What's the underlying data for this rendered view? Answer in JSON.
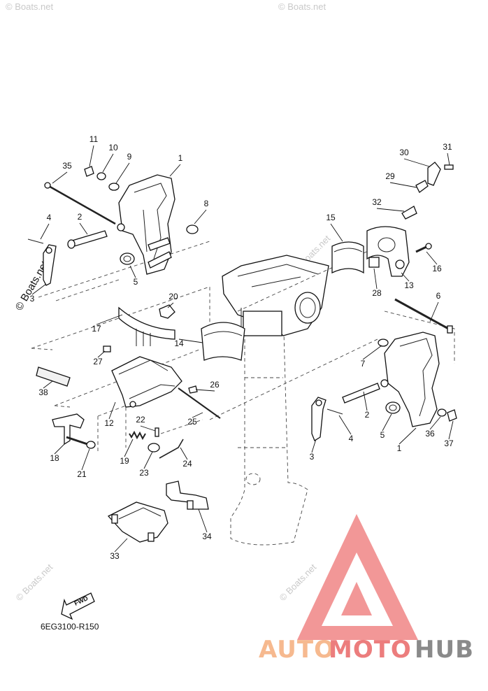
{
  "diagram": {
    "code": "6EG3100-R150",
    "fwd_label": "FWD",
    "watermark": "© Boats.net",
    "brand_parts": [
      "AUTO",
      "MOTO",
      "HUB"
    ],
    "brand_colors": {
      "auto": "#f6b98f",
      "moto": "#ec7d7d",
      "hub": "#8a8a8a"
    },
    "parts": [
      {
        "id": "11",
        "label": "11"
      },
      {
        "id": "10",
        "label": "10"
      },
      {
        "id": "9",
        "label": "9"
      },
      {
        "id": "1a",
        "label": "1"
      },
      {
        "id": "35",
        "label": "35"
      },
      {
        "id": "8",
        "label": "8"
      },
      {
        "id": "4a",
        "label": "4"
      },
      {
        "id": "2a",
        "label": "2"
      },
      {
        "id": "3a",
        "label": "3"
      },
      {
        "id": "5a",
        "label": "5"
      },
      {
        "id": "30",
        "label": "30"
      },
      {
        "id": "31",
        "label": "31"
      },
      {
        "id": "29",
        "label": "29"
      },
      {
        "id": "32",
        "label": "32"
      },
      {
        "id": "15",
        "label": "15"
      },
      {
        "id": "16",
        "label": "16"
      },
      {
        "id": "28",
        "label": "28"
      },
      {
        "id": "13",
        "label": "13"
      },
      {
        "id": "6",
        "label": "6"
      },
      {
        "id": "20",
        "label": "20"
      },
      {
        "id": "17",
        "label": "17"
      },
      {
        "id": "14",
        "label": "14"
      },
      {
        "id": "27",
        "label": "27"
      },
      {
        "id": "7",
        "label": "7"
      },
      {
        "id": "38",
        "label": "38"
      },
      {
        "id": "26",
        "label": "26"
      },
      {
        "id": "2b",
        "label": "2"
      },
      {
        "id": "12",
        "label": "12"
      },
      {
        "id": "25",
        "label": "25"
      },
      {
        "id": "22",
        "label": "22"
      },
      {
        "id": "5b",
        "label": "5"
      },
      {
        "id": "36",
        "label": "36"
      },
      {
        "id": "4b",
        "label": "4"
      },
      {
        "id": "18",
        "label": "18"
      },
      {
        "id": "19",
        "label": "19"
      },
      {
        "id": "3b",
        "label": "3"
      },
      {
        "id": "1b",
        "label": "1"
      },
      {
        "id": "37",
        "label": "37"
      },
      {
        "id": "24",
        "label": "24"
      },
      {
        "id": "21",
        "label": "21"
      },
      {
        "id": "23",
        "label": "23"
      },
      {
        "id": "34",
        "label": "34"
      },
      {
        "id": "33",
        "label": "33"
      }
    ]
  }
}
